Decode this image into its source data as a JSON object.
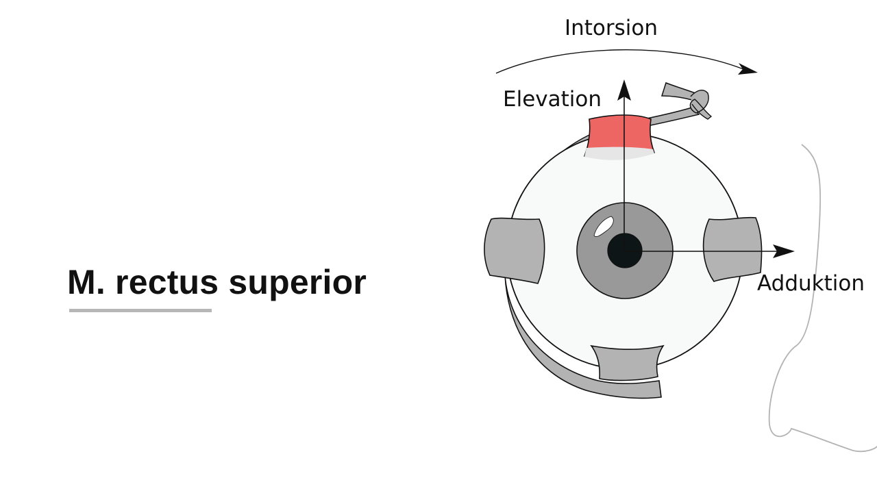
{
  "slide": {
    "title": "M. rectus superior"
  },
  "diagram": {
    "labels": {
      "intorsion": "Intorsion",
      "elevation": "Elevation",
      "adduktion": "Adduktion"
    },
    "colors": {
      "highlighted_muscle": "#ee6664",
      "muscle": "#b3b3b3",
      "sclera": "#f8f9f9",
      "iris": "#999999",
      "pupil": "#0d1517",
      "underline": "#b7b7b7"
    }
  }
}
